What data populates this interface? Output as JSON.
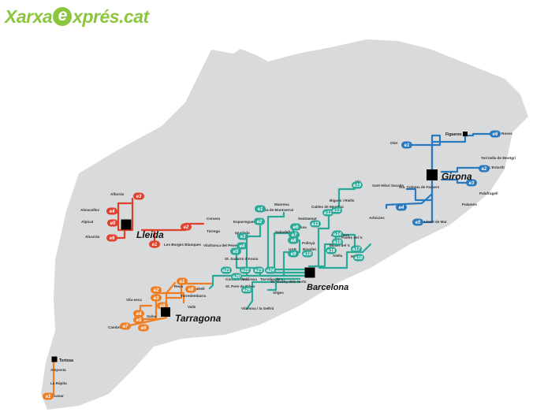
{
  "brand": {
    "prefix": "Xarxa",
    "e_letter": "e",
    "rest": "xprés.cat",
    "color": "#8cc63f"
  },
  "colors": {
    "land": "#d9dadc",
    "lleida": "#e1402b",
    "tarragona": "#ef7d22",
    "barcelona": "#2aa898",
    "girona": "#2a79bd",
    "hub": "#000000"
  },
  "hubs": [
    {
      "id": "lleida",
      "label": "Lleida"
    },
    {
      "id": "tarragona",
      "label": "Tarragona"
    },
    {
      "id": "barcelona",
      "label": "Barcelona"
    },
    {
      "id": "girona",
      "label": "Girona"
    },
    {
      "id": "tortosa",
      "label": "Tortosa"
    },
    {
      "id": "figueres",
      "label": "Figueres"
    }
  ],
  "stops": [
    "Alfarràs",
    "Almacelles",
    "Alpicat",
    "Alcarràs",
    "Cervera",
    "Tàrrega",
    "Les Borges Blanques",
    "Reus",
    "Valls",
    "Vila-seca",
    "Salou",
    "Cambrils",
    "El Vendrell",
    "Torredembarra",
    "Vilafranca del Penedès",
    "St. Sadurní d'Anoia",
    "Igualada",
    "Esparreguera",
    "Olesa de Montserrat",
    "Manresa",
    "Sabadell",
    "Terrassa",
    "Sentmenat",
    "Caldes de Montbui",
    "Bigues i Riells",
    "Polinyà",
    "UAB",
    "Ripollet",
    "Granollers",
    "Parets del V.",
    "Mollet del V.",
    "Vic",
    "Mataró",
    "Alella",
    "Corbera de L.",
    "Vallirana",
    "Torrelles de L.",
    "St. Pere de Ribes",
    "St. Vicenç dels Horts",
    "Sitges",
    "Vilanova i la Geltrú",
    "Olot",
    "Torroella de Montgrí",
    "L'Estartit",
    "Palafrugell",
    "Palamós",
    "Sant Hilari Sacalm",
    "Sta. Coloma de Farners",
    "Arbúcies",
    "Lloret de Mar",
    "Roses",
    "Amposta",
    "La Ràpita",
    "Alcanar"
  ],
  "badges": {
    "lleida": [
      "e1",
      "e2",
      "e3",
      "e4",
      "e5",
      "e6"
    ],
    "tarragona": [
      "e1",
      "e2",
      "e3",
      "e4",
      "e5",
      "e6",
      "e7",
      "e8",
      "e9"
    ],
    "barcelona": [
      "e1",
      "e2",
      "e3",
      "e4",
      "e5",
      "e6",
      "e7",
      "e8",
      "e9",
      "e10",
      "e11",
      "e12",
      "e13",
      "e14",
      "e15",
      "e16",
      "e17",
      "e18",
      "e19",
      "e20",
      "e21",
      "e22",
      "e23",
      "e24",
      "e25"
    ],
    "girona": [
      "e1",
      "e2",
      "e3",
      "e4",
      "e5",
      "e6"
    ],
    "terres_ebre": [
      "e1"
    ]
  }
}
